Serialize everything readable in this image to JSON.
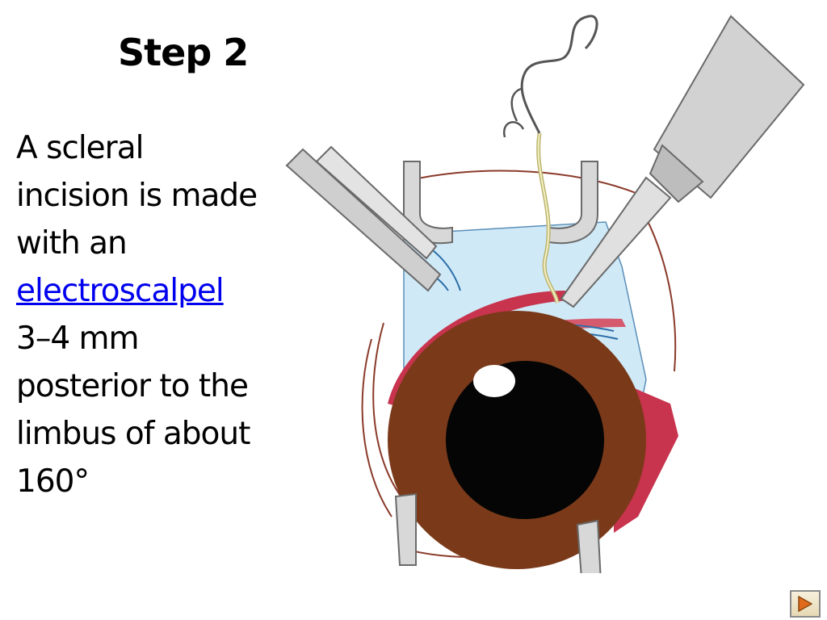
{
  "slide": {
    "title": "Step 2",
    "body_lines": {
      "l1": "A scleral",
      "l2": "incision is made",
      "l3": "with an",
      "link": "electroscalpel",
      "l5": "3–4 mm",
      "l6": "posterior to the",
      "l7": "limbus of about",
      "l8": "160°"
    }
  },
  "navigation": {
    "next_icon": "play-next-icon"
  },
  "colors": {
    "link": "#0000ee",
    "iris": "#7a3a1a",
    "sclera_wash": "#cfe9f7",
    "conjunctiva_red": "#c8334d"
  }
}
